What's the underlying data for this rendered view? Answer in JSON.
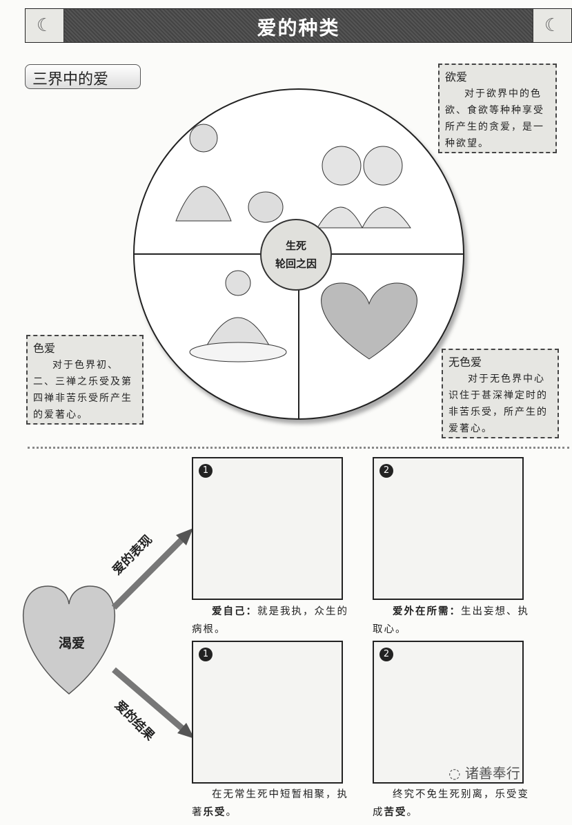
{
  "header": {
    "title": "爱的种类"
  },
  "section": {
    "label": "三界中的爱"
  },
  "wheel": {
    "center_line1": "生死",
    "center_line2": "轮回之因"
  },
  "callouts": [
    {
      "title": "欲爱",
      "body": "对于欲界中的色欲、食欲等种种享受所产生的贪爱，是一种欲望。"
    },
    {
      "title": "色爱",
      "body": "对于色界初、二、三禅之乐受及第四禅非苦乐受所产生的爱著心。"
    },
    {
      "title": "无色爱",
      "body": "对于无色界中心识住于甚深禅定时的非苦乐受，所产生的爱著心。"
    }
  ],
  "craving": {
    "label": "渴爱",
    "arrow_up": "爱的表现",
    "arrow_down": "爱的结果"
  },
  "panels": [
    {
      "num": "1",
      "bold": "爱自己：",
      "text": "就是我执，众生的病根。"
    },
    {
      "num": "2",
      "bold": "爱外在所需：",
      "text": "生出妄想、执取心。"
    },
    {
      "num": "1",
      "pre": "在无常生死中短暂相聚，执著",
      "bold": "乐受",
      "post": "。"
    },
    {
      "num": "2",
      "pre": "终究不免生死别离，乐受变成",
      "bold": "苦受",
      "post": "。"
    }
  ],
  "watermark": "诸善奉行"
}
